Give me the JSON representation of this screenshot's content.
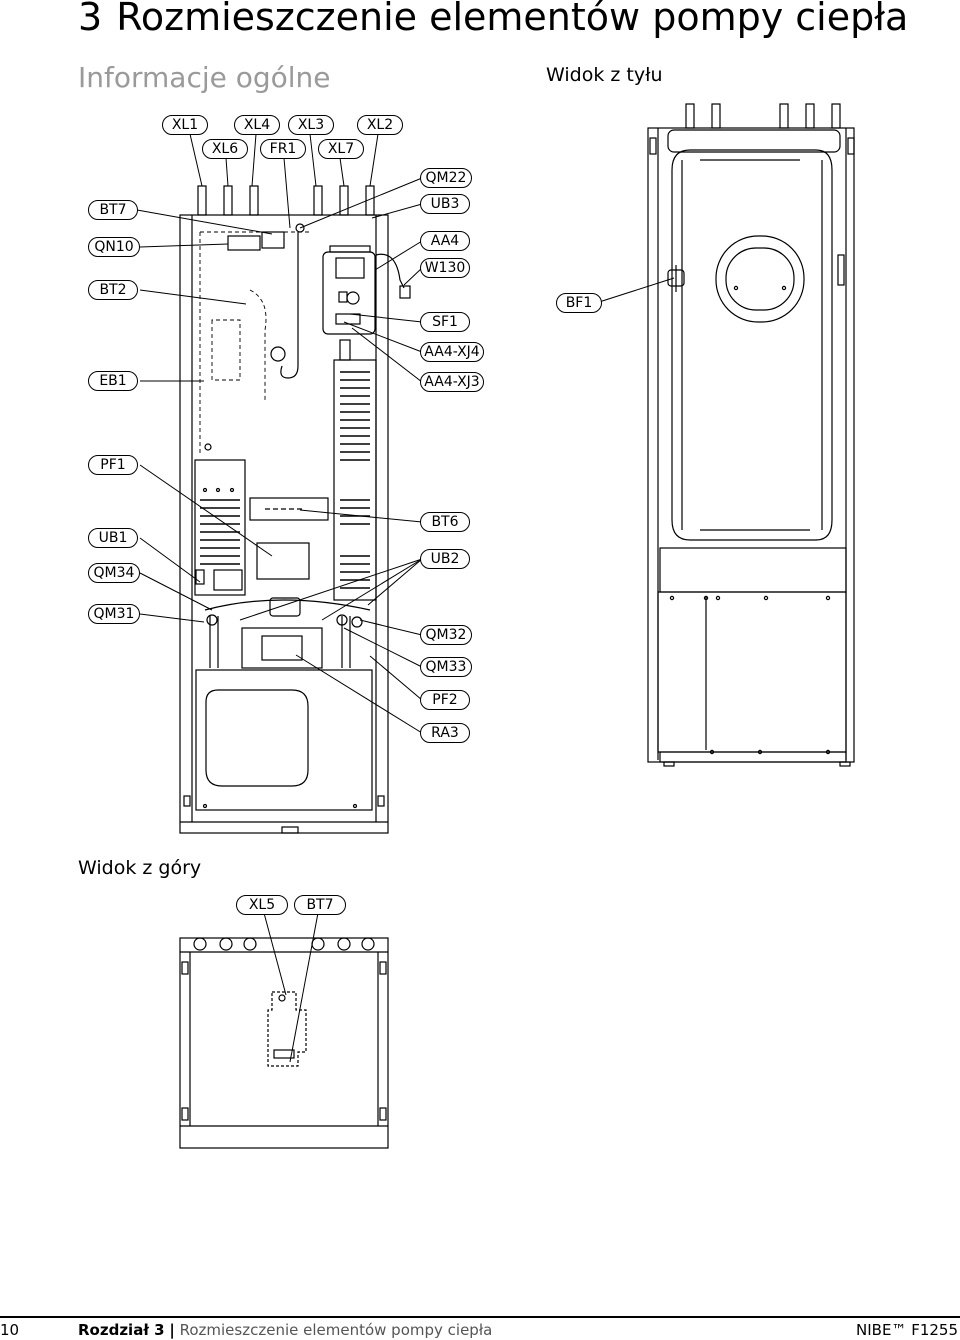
{
  "header": {
    "chapter_number": "3",
    "chapter_title": "Rozmieszczenie elementów pompy ciepła",
    "section_title": "Informacje ogólne"
  },
  "views": {
    "back": "Widok z tyłu",
    "top": "Widok z góry"
  },
  "labels": {
    "xl1": "XL1",
    "xl4": "XL4",
    "xl3": "XL3",
    "xl2": "XL2",
    "xl6": "XL6",
    "fr1": "FR1",
    "xl7": "XL7",
    "bt7": "BT7",
    "qn10": "QN10",
    "bt2": "BT2",
    "eb1": "EB1",
    "pf1": "PF1",
    "ub1": "UB1",
    "qm34": "QM34",
    "qm31": "QM31",
    "qm22": "QM22",
    "ub3": "UB3",
    "aa4": "AA4",
    "w130": "W130",
    "sf1": "SF1",
    "aa4_xj4": "AA4-XJ4",
    "aa4_xj3": "AA4-XJ3",
    "bt6": "BT6",
    "ub2": "UB2",
    "qm32": "QM32",
    "qm33": "QM33",
    "pf2": "PF2",
    "ra3": "RA3",
    "bf1": "BF1",
    "xl5": "XL5",
    "bt7_top": "BT7"
  },
  "footer": {
    "page_number": "10",
    "chapter": "Rozdział 3",
    "separator": "|",
    "chapter_name": "Rozmieszczenie elementów pompy ciepła",
    "brand": "NIBE™ F1255"
  }
}
